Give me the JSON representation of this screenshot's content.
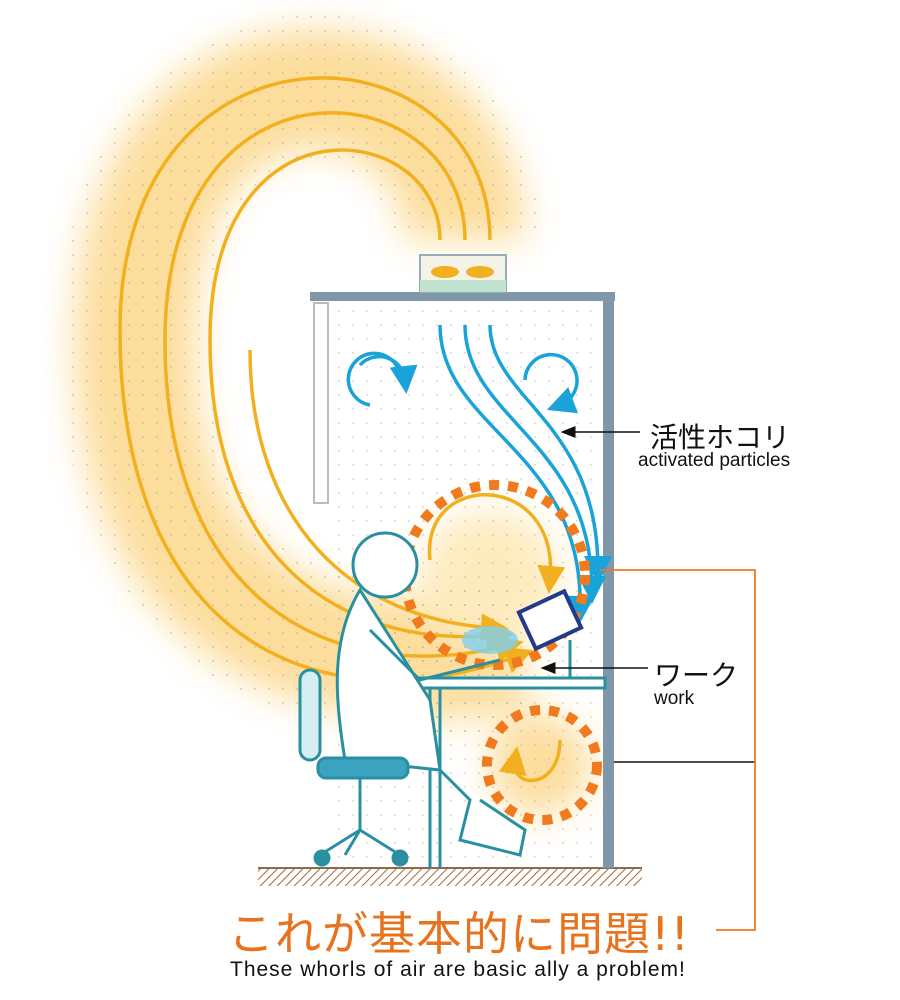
{
  "labels": {
    "particles_jp": "活性ホコリ",
    "particles_en": "activated particles",
    "work_jp": "ワーク",
    "work_en": "work"
  },
  "caption": {
    "title_jp": "これが基本的に問題!!",
    "title_en": "These whorls of air are basic ally a problem!"
  },
  "colors": {
    "warm_air": "#f2b01e",
    "clean_air": "#1aa3d9",
    "whorl": "#f07a1e",
    "booth": "#7f97a8",
    "person": "#2a8fa0"
  }
}
